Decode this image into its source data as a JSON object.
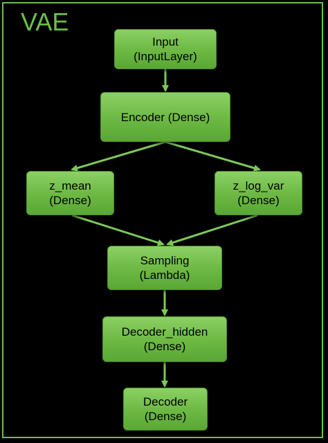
{
  "title": "VAE",
  "colors": {
    "accent": "#6cc04a",
    "node_fill": "#72bc48",
    "arrow": "#7cc95a",
    "background": "#000000"
  },
  "nodes": {
    "input": {
      "line1": "Input",
      "line2": "(InputLayer)"
    },
    "encoder": {
      "line1": "Encoder (Dense)"
    },
    "z_mean": {
      "line1": "z_mean",
      "line2": "(Dense)"
    },
    "z_log_var": {
      "line1": "z_log_var",
      "line2": "(Dense)"
    },
    "sampling": {
      "line1": "Sampling",
      "line2": "(Lambda)"
    },
    "decoder_hidden": {
      "line1": "Decoder_hidden",
      "line2": "(Dense)"
    },
    "decoder": {
      "line1": "Decoder",
      "line2": "(Dense)"
    }
  },
  "edges": [
    {
      "from": "input",
      "to": "encoder"
    },
    {
      "from": "encoder",
      "to": "z_mean"
    },
    {
      "from": "encoder",
      "to": "z_log_var"
    },
    {
      "from": "z_mean",
      "to": "sampling"
    },
    {
      "from": "z_log_var",
      "to": "sampling"
    },
    {
      "from": "sampling",
      "to": "decoder_hidden"
    },
    {
      "from": "decoder_hidden",
      "to": "decoder"
    }
  ]
}
